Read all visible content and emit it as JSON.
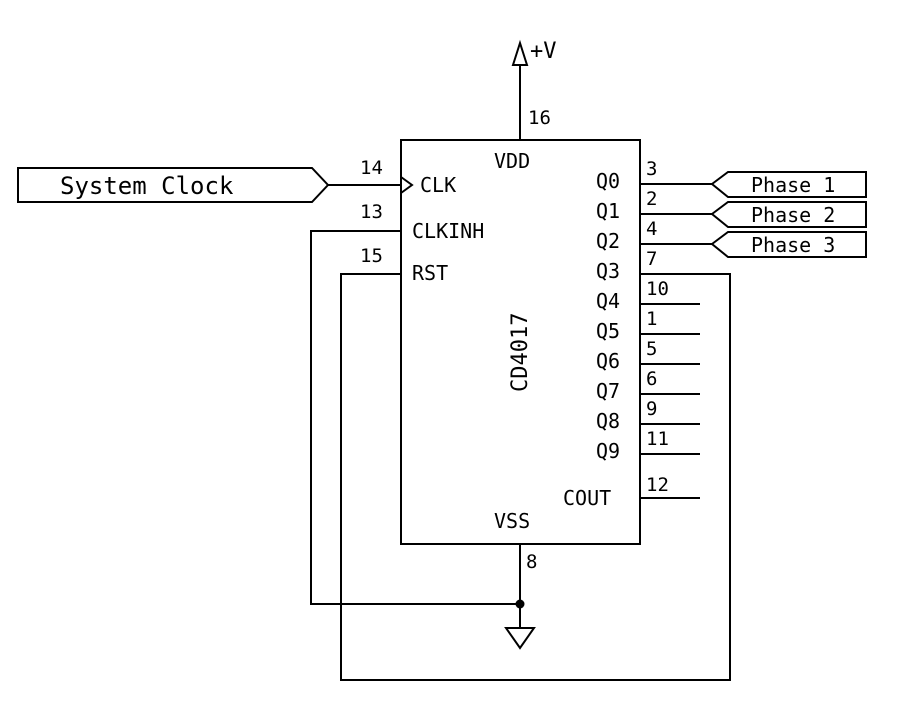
{
  "supply": {
    "label": "+V",
    "pin": "16"
  },
  "ground": {
    "pin": "8"
  },
  "chip": {
    "part": "CD4017",
    "vdd_label": "VDD",
    "vss_label": "VSS"
  },
  "input_port": {
    "label": "System Clock"
  },
  "left_pins": [
    {
      "name": "CLK",
      "num": "14"
    },
    {
      "name": "CLKINH",
      "num": "13"
    },
    {
      "name": "RST",
      "num": "15"
    }
  ],
  "outputs": [
    {
      "name": "Q0",
      "num": "3",
      "phase": "Phase 1"
    },
    {
      "name": "Q1",
      "num": "2",
      "phase": "Phase 2"
    },
    {
      "name": "Q2",
      "num": "4",
      "phase": "Phase 3"
    },
    {
      "name": "Q3",
      "num": "7"
    },
    {
      "name": "Q4",
      "num": "10"
    },
    {
      "name": "Q5",
      "num": "1"
    },
    {
      "name": "Q6",
      "num": "5"
    },
    {
      "name": "Q7",
      "num": "6"
    },
    {
      "name": "Q8",
      "num": "9"
    },
    {
      "name": "Q9",
      "num": "11"
    },
    {
      "name": "COUT",
      "num": "12"
    }
  ]
}
